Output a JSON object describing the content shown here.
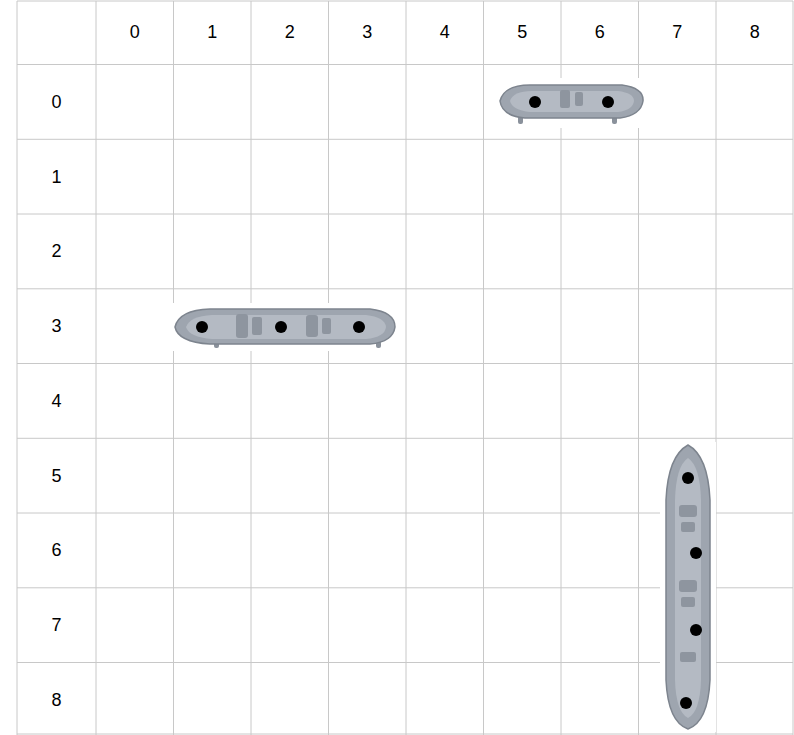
{
  "diagram": {
    "labels": [
      "0",
      "1",
      "2",
      "3",
      "4",
      "5",
      "6",
      "7",
      "8",
      "0",
      "1",
      "2",
      "3",
      "4",
      "5",
      "6",
      "7",
      "8"
    ]
  }
}
